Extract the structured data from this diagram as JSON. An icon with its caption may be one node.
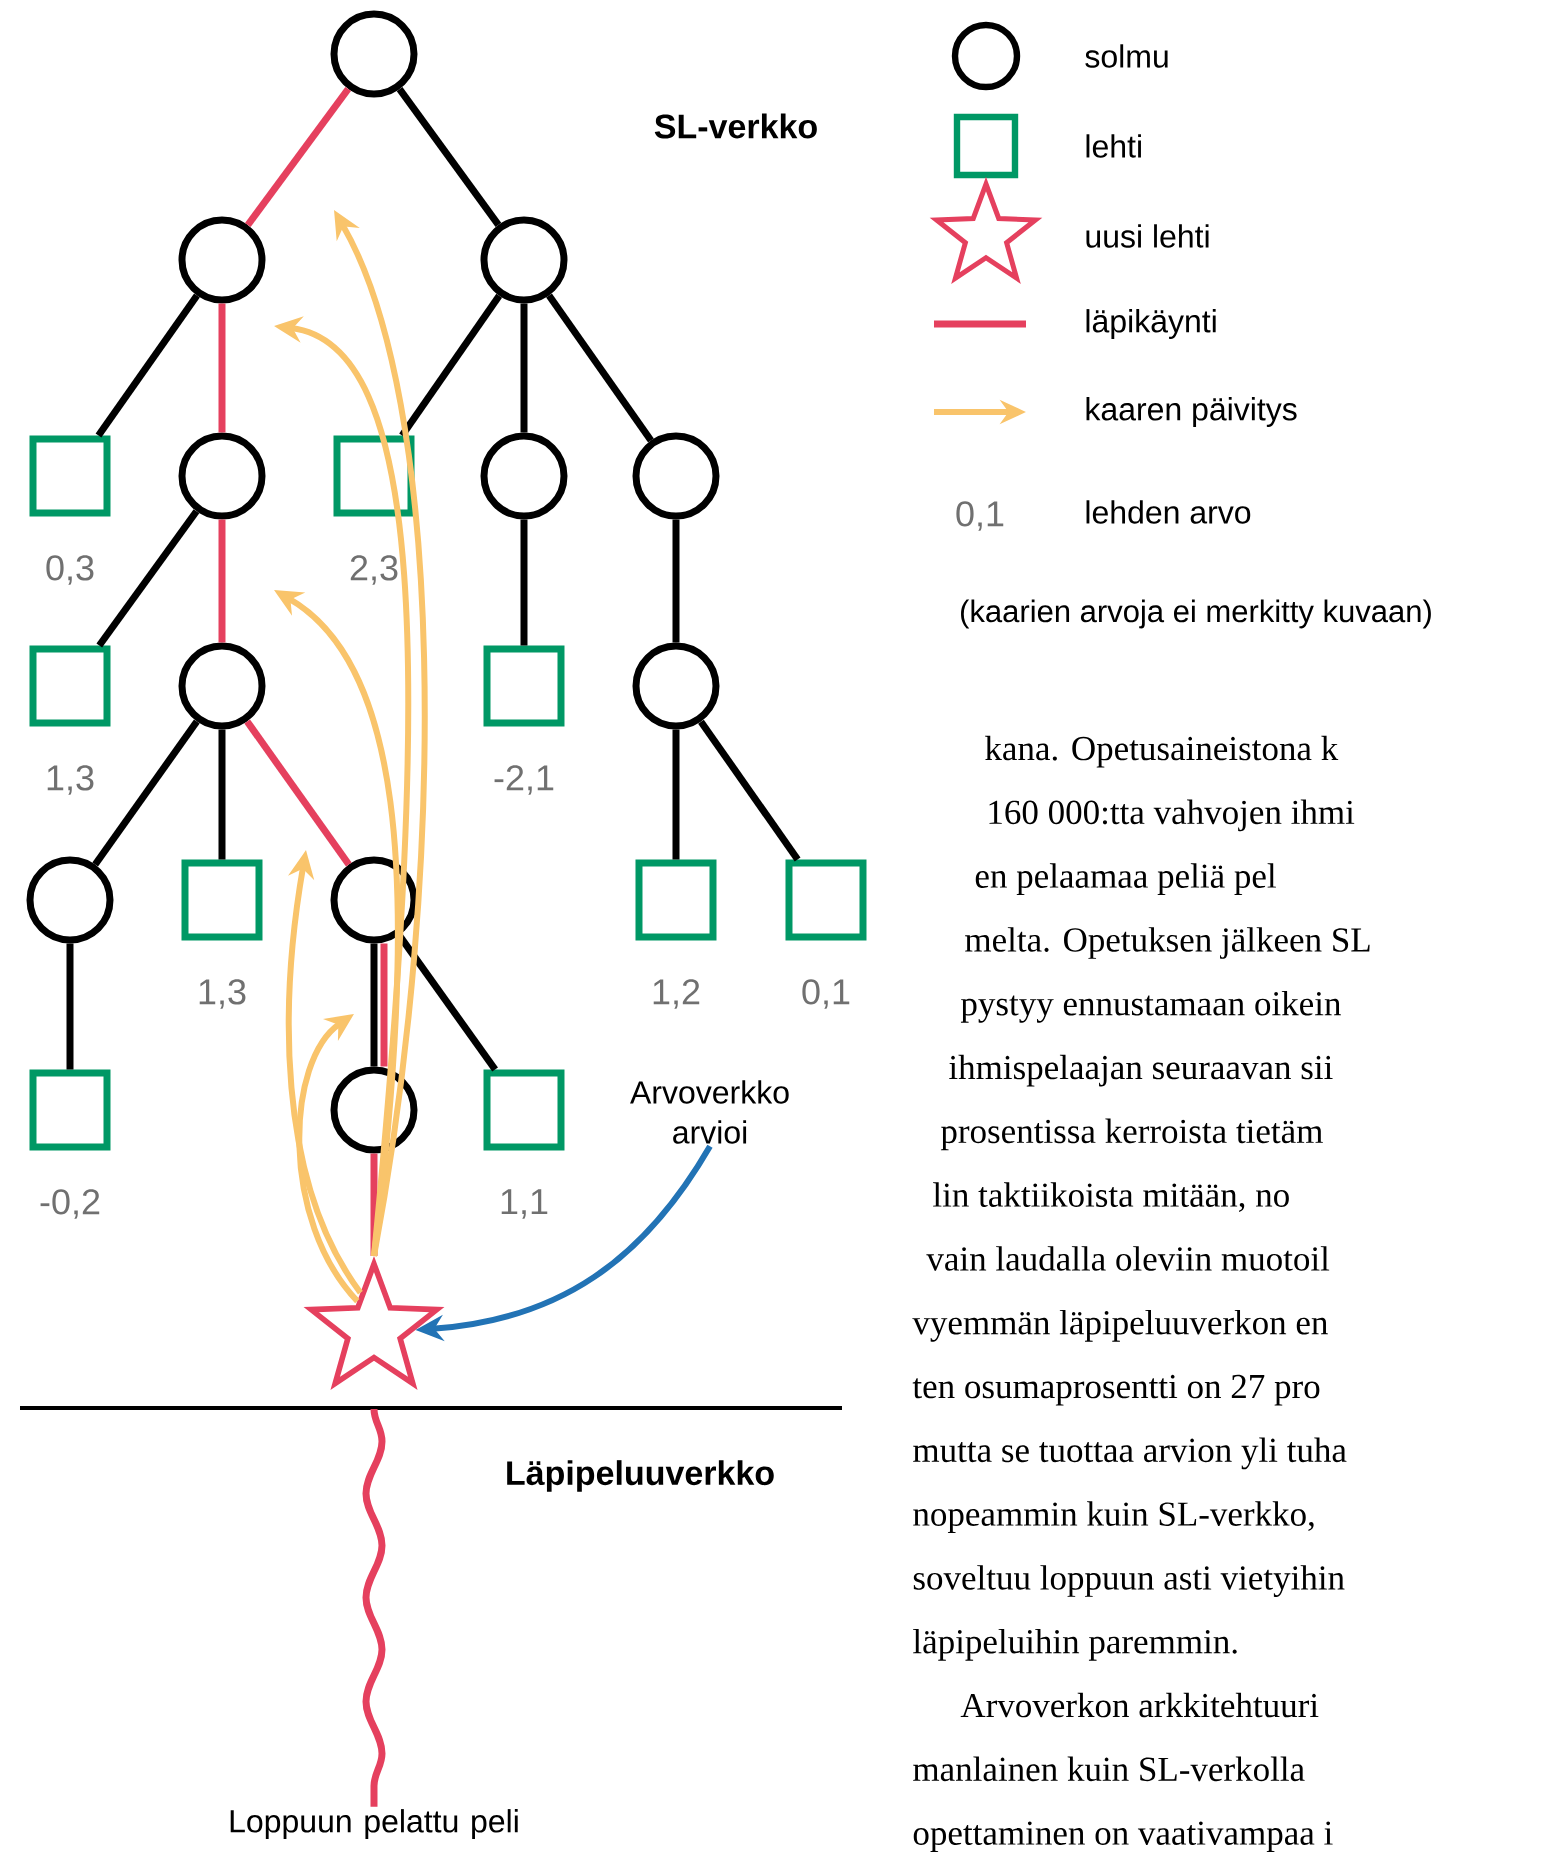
{
  "diagram": {
    "nodes": [
      {
        "text": [],
        "shape": "circle"
      },
      {
        "text": [],
        "shape": "circle"
      },
      {
        "text": [],
        "shape": "circle"
      },
      {
        "text": [],
        "shape": "box",
        "beside": [
          "0,3"
        ]
      },
      {
        "text": [],
        "shape": "circle"
      },
      {
        "text": [],
        "shape": "box",
        "beside": [
          "2,3"
        ]
      },
      {
        "text": [],
        "shape": "circle"
      },
      {
        "text": [],
        "shape": "circle"
      },
      {
        "text": [],
        "shape": "box",
        "beside": [
          "1,3"
        ]
      },
      {
        "text": [],
        "shape": "circle"
      },
      {
        "text": [],
        "shape": "box",
        "beside": [
          "-2,1"
        ]
      },
      {
        "text": [],
        "shape": "circle"
      },
      {
        "text": [],
        "shape": "circle"
      },
      {
        "text": [],
        "shape": "box",
        "beside": [
          "1,3"
        ]
      },
      {
        "text": [],
        "shape": "circle"
      },
      {
        "text": [],
        "shape": "box",
        "beside": [
          "1,2"
        ]
      },
      {
        "text": [],
        "shape": "box",
        "beside": [
          "0,1"
        ]
      },
      {
        "text": [],
        "shape": "box",
        "beside": [
          "-0,2"
        ]
      },
      {
        "text": [],
        "shape": "circle"
      },
      {
        "text": [],
        "shape": "box",
        "beside": [
          "1,1"
        ]
      },
      {
        "text": [],
        "shape": "star"
      },
      {
        "text": [
          "Arvoverkko arvioi"
        ]
      },
      {
        "text": [
          "Loppuun pelattu peli"
        ]
      }
    ],
    "edges": [
      {
        "from": 0,
        "to": 1,
        "arrow": "none",
        "color": "#e5405e"
      },
      {
        "from": 0,
        "to": 2,
        "arrow": "none"
      },
      {
        "from": 1,
        "to": 3,
        "arrow": "none"
      },
      {
        "from": 1,
        "to": 4,
        "arrow": "none",
        "color": "#e5405e"
      },
      {
        "from": 2,
        "to": 5,
        "arrow": "none"
      },
      {
        "from": 2,
        "to": 6,
        "arrow": "none"
      },
      {
        "from": 2,
        "to": 7,
        "arrow": "none"
      },
      {
        "from": 4,
        "to": 8,
        "arrow": "none"
      },
      {
        "from": 4,
        "to": 9,
        "arrow": "none",
        "color": "#e5405e"
      },
      {
        "from": 6,
        "to": 10,
        "arrow": "none"
      },
      {
        "from": 7,
        "to": 11,
        "arrow": "none"
      },
      {
        "from": 9,
        "to": 12,
        "arrow": "none"
      },
      {
        "from": 9,
        "to": 13,
        "arrow": "none"
      },
      {
        "from": 9,
        "to": 14,
        "arrow": "none",
        "color": "#e5405e"
      },
      {
        "from": 11,
        "to": 15,
        "arrow": "none"
      },
      {
        "from": 11,
        "to": 16,
        "arrow": "none"
      },
      {
        "from": 12,
        "to": 17,
        "arrow": "none"
      },
      {
        "from": 14,
        "to": 18,
        "arrow": "none"
      },
      {
        "from": 14,
        "to": 18,
        "arrow": "none",
        "color": "#e5405e"
      },
      {
        "from": 14,
        "to": 19,
        "arrow": "none"
      },
      {
        "from": 18,
        "to": 20,
        "arrow": "none",
        "color": "#e5405e"
      },
      {
        "from": 20,
        "to": null,
        "arrow": "to",
        "color": "#f9c46b"
      },
      {
        "from": 20,
        "to": null,
        "arrow": "to",
        "color": "#f9c46b"
      },
      {
        "from": 20,
        "to": null,
        "arrow": "to",
        "color": "#f9c46b"
      },
      {
        "from": 20,
        "to": null,
        "arrow": "to",
        "color": "#f9c46b"
      },
      {
        "from": 20,
        "to": null,
        "arrow": "to",
        "color": "#f9c46b"
      },
      {
        "from": 21,
        "to": 20,
        "arrow": "to",
        "color": "#2273b5"
      },
      {
        "from": 20,
        "to": 22,
        "arrow": "none",
        "color": "#e5405e"
      }
    ],
    "labels": [
      "SL-verkko",
      "0,1",
      "(kaarien arvoja ei merkitty kuvaan)",
      "kana. Opetusaineistona k",
      "160 000:tta vahvojen ihmi",
      "en pelaamaa peliä pel",
      "melta. Opetuksen jälkeen SL",
      "pystyy ennustamaan oikein",
      "ihmispelaajan seuraavan sii",
      "prosentissa kerroista tietäm",
      "lin taktiikoista mitään, no",
      "vain laudalla oleviin muotoil",
      "vyemmän läpipeluuverkon en",
      "ten osumaprosentti on 27 pro",
      "mutta se tuottaa arvion yli tuha",
      "nopeammin kuin SL-verkko,",
      "soveltuu loppuun asti vietyihin",
      "läpipeluihin paremmin.",
      "Arvoverkon arkkitehtuuri",
      "manlainen kuin SL-verkolla",
      "opettaminen on vaativampaa i",
      "Läpipeluuverkko"
    ],
    "legend": [
      {
        "text": "solmu"
      },
      {
        "text": "lehti"
      },
      {
        "text": "uusi lehti"
      },
      {
        "text": "läpikäynti"
      },
      {
        "text": "kaaren päivitys"
      },
      {
        "text": "lehden arvo"
      }
    ]
  }
}
